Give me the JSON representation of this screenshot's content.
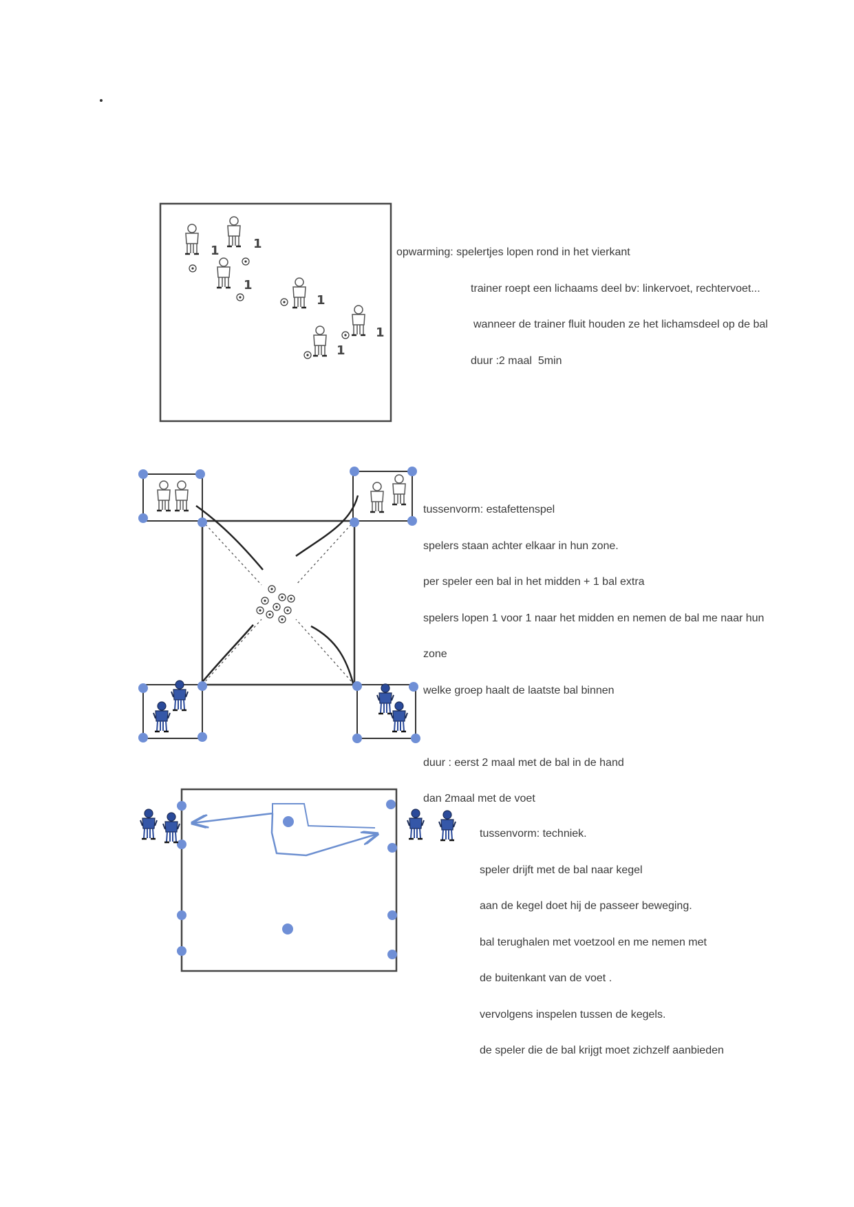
{
  "sections": [
    {
      "id": "opwarming",
      "lines": [
        "opwarming: spelertjes lopen rond in het vierkant",
        "trainer roept een lichaams deel bv: linkervoet, rechtervoet...",
        "wanneer de trainer fluit houden ze het lichamsdeel op de bal",
        "duur :2 maal  5min"
      ],
      "player_label": "1"
    },
    {
      "id": "estafettenspel",
      "lines": [
        "tussenvorm: estafettenspel",
        "spelers staan achter elkaar in hun zone.",
        "per speler een bal in het midden + 1 bal extra",
        "spelers lopen 1 voor 1 naar het midden en nemen de bal me naar hun",
        "zone",
        "welke groep haalt de laatste bal binnen",
        "",
        "duur : eerst 2 maal met de bal in de hand",
        "dan 2maal met de voet"
      ]
    },
    {
      "id": "techniek",
      "lines": [
        "tussenvorm: techniek.",
        "speler drijft met de bal naar kegel",
        "aan de kegel doet hij de passeer beweging.",
        "bal terughalen met voetzool en me nemen met",
        "de buitenkant van de voet .",
        "vervolgens inspelen tussen de kegels.",
        "de speler die de bal krijgt moet zichzelf aanbieden"
      ]
    }
  ],
  "colors": {
    "cone": "#6f8fd6",
    "player_blue": "#3557a8",
    "line": "#333333",
    "arrow": "#6c8fd0"
  }
}
